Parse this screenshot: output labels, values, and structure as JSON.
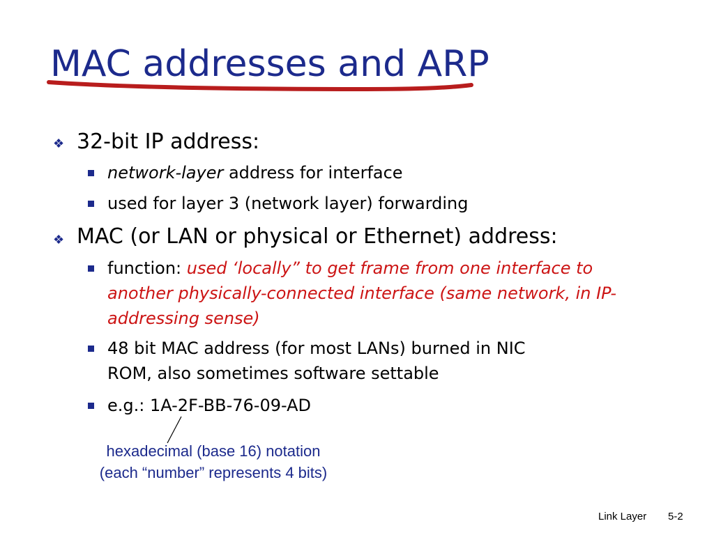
{
  "title": "MAC addresses and ARP",
  "bullets": {
    "ip": {
      "text": "32-bit IP address:",
      "sub1_italic": "network-layer",
      "sub1_rest": " address for interface",
      "sub2": "used for layer 3 (network layer) forwarding"
    },
    "mac": {
      "text": "MAC (or LAN or physical or Ethernet) address:",
      "sub1_label": "function: ",
      "sub1_line1": "used ‘locally” to get frame from one interface to",
      "sub1_line2": "another physically-connected interface (same network, in IP-",
      "sub1_line3": "addressing sense)",
      "sub2_line1": "48 bit MAC address (for most LANs) burned in NIC",
      "sub2_line2": "ROM, also sometimes software settable",
      "sub3": "e.g.: 1A-2F-BB-76-09-AD"
    }
  },
  "callout": {
    "line1": "hexadecimal (base 16) notation",
    "line2": "(each “number” represents 4 bits)"
  },
  "footer": {
    "section": "Link Layer",
    "page": "5-2"
  },
  "colors": {
    "title": "#1c2a8c",
    "accent": "#cc1414"
  },
  "icons": {
    "level1_bullet": "four-diamond-icon",
    "level2_bullet": "square-bullet-icon"
  }
}
